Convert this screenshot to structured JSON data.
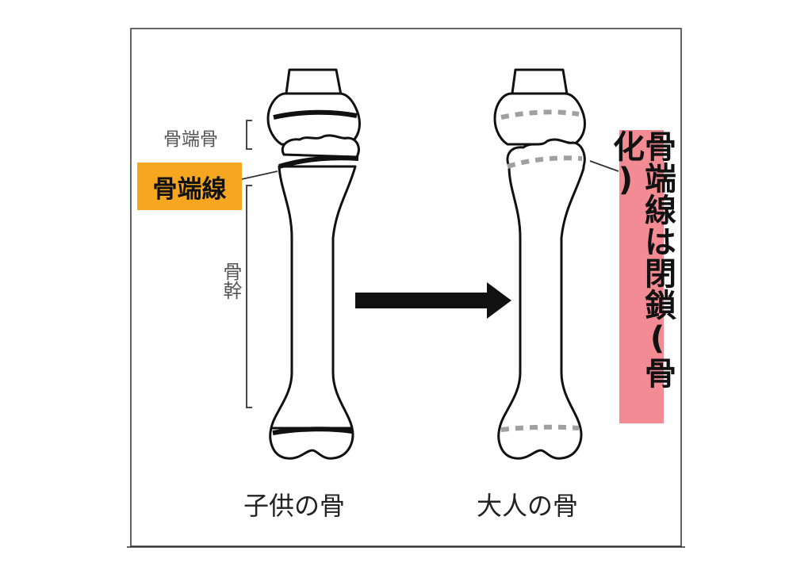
{
  "labels": {
    "epiphysis": "骨端骨",
    "growth_plate": "骨端線",
    "diaphysis": "骨幹",
    "closed": "骨端線は閉鎖(骨化)"
  },
  "captions": {
    "child": "子供の骨",
    "adult": "大人の骨"
  },
  "colors": {
    "growth_plate_highlight": "#f6a61f",
    "closed_highlight": "#f28b93",
    "bone_outline": "#111111",
    "closed_line": "#a0a0a0"
  },
  "icons": {
    "arrow": "right-arrow-icon"
  }
}
